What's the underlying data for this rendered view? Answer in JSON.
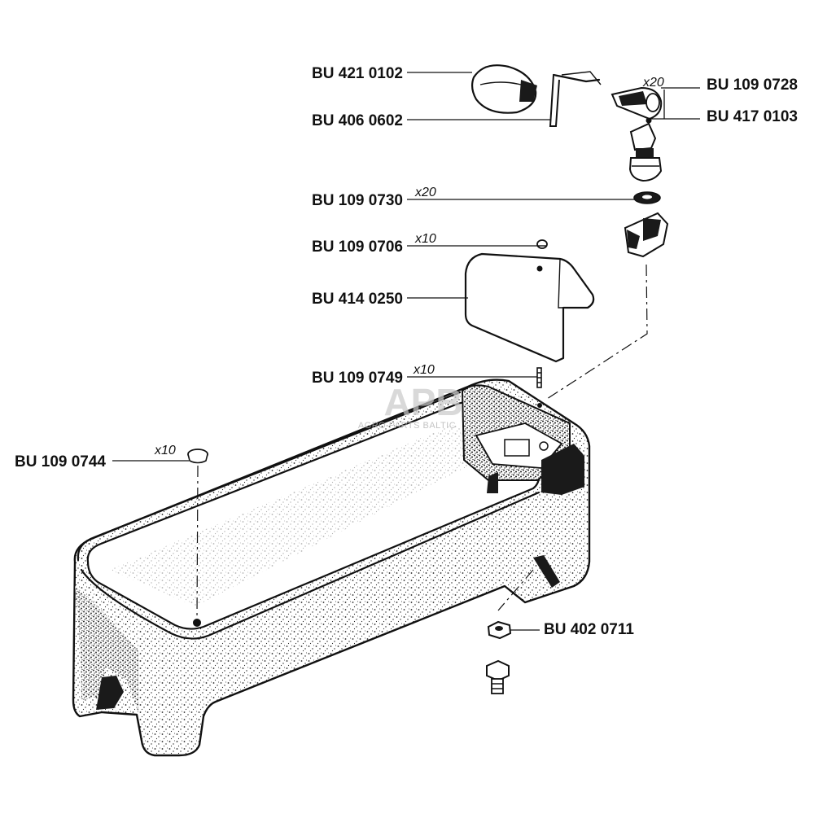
{
  "watermark": {
    "main": "APB",
    "sub": "AGRO PARTS BALTIC"
  },
  "parts": [
    {
      "code": "BU 421 0102",
      "qty": ""
    },
    {
      "code": "BU 406 0602",
      "qty": ""
    },
    {
      "code": "BU 109 0728",
      "qty": "x20"
    },
    {
      "code": "BU 417 0103",
      "qty": ""
    },
    {
      "code": "BU 109 0730",
      "qty": "x20"
    },
    {
      "code": "BU 109 0706",
      "qty": "x10"
    },
    {
      "code": "BU 414 0250",
      "qty": ""
    },
    {
      "code": "BU 109 0749",
      "qty": "x10"
    },
    {
      "code": "BU 109 0744",
      "qty": "x10"
    },
    {
      "code": "BU 402 0711",
      "qty": ""
    }
  ]
}
